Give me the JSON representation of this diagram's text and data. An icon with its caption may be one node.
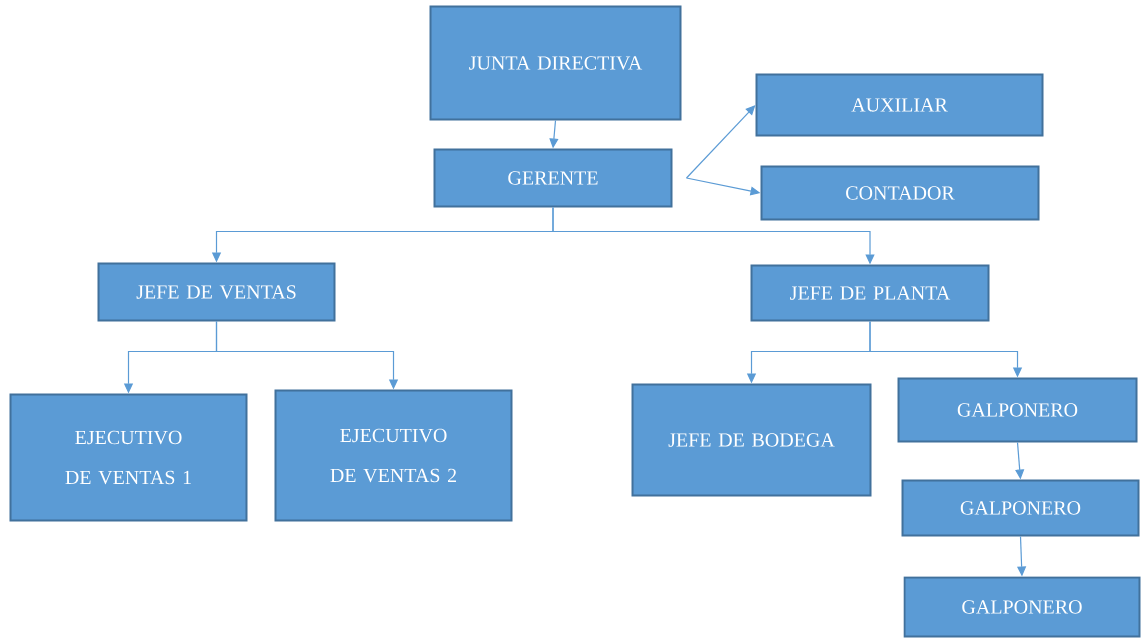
{
  "diagram": {
    "nodes": [
      {
        "text": [
          "JUNTA DIRECTIVA"
        ]
      },
      {
        "text": [
          "GERENTE"
        ]
      },
      {
        "text": [
          "AUXILIAR"
        ]
      },
      {
        "text": [
          "CONTADOR"
        ]
      },
      {
        "text": [
          "JEFE DE VENTAS"
        ]
      },
      {
        "text": [
          "JEFE DE PLANTA"
        ]
      },
      {
        "text": [
          "EJECUTIVO DE VENTAS 1"
        ]
      },
      {
        "text": [
          "EJECUTIVO DE VENTAS 2"
        ]
      },
      {
        "text": [
          "JEFE DE BODEGA"
        ]
      },
      {
        "text": [
          "GALPONERO"
        ]
      },
      {
        "text": [
          "GALPONERO"
        ]
      },
      {
        "text": [
          "GALPONERO"
        ]
      }
    ],
    "edges": [
      {
        "from": 0,
        "to": 1,
        "arrow": "to"
      },
      {
        "from": 1,
        "to": 2,
        "arrow": "to"
      },
      {
        "from": 1,
        "to": 3,
        "arrow": "to"
      },
      {
        "from": 1,
        "to": 4,
        "arrow": "to"
      },
      {
        "from": 1,
        "to": 5,
        "arrow": "to"
      },
      {
        "from": 4,
        "to": 6,
        "arrow": "to"
      },
      {
        "from": 4,
        "to": 7,
        "arrow": "to"
      },
      {
        "from": 5,
        "to": 8,
        "arrow": "to"
      },
      {
        "from": 5,
        "to": 9,
        "arrow": "to"
      },
      {
        "from": 9,
        "to": 10,
        "arrow": "to"
      },
      {
        "from": 10,
        "to": 11,
        "arrow": "to"
      }
    ]
  }
}
